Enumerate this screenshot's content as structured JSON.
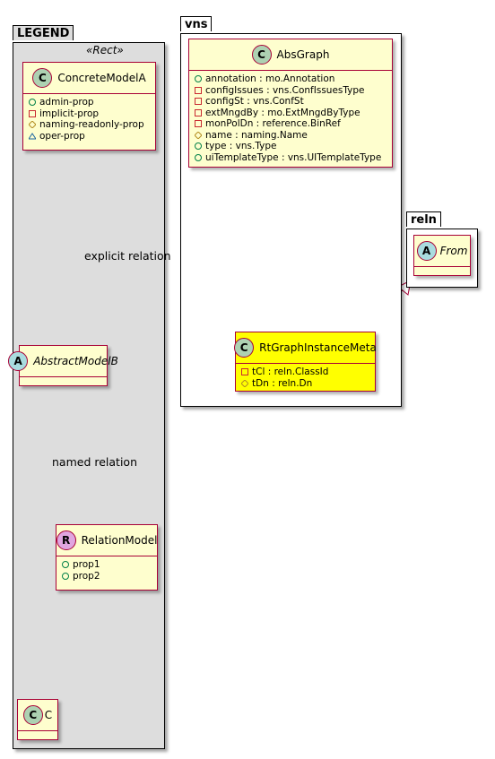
{
  "packages": {
    "legend": {
      "name": "LEGEND",
      "stereotype": "«Rect»"
    },
    "vns": {
      "name": "vns"
    },
    "reln": {
      "name": "reln"
    }
  },
  "legend_classes": {
    "concrete": {
      "badge": "C",
      "name": "ConcreteModelA",
      "attributes": [
        {
          "vis": "public",
          "text": "admin-prop"
        },
        {
          "vis": "private",
          "text": "implicit-prop"
        },
        {
          "vis": "protected",
          "text": "naming-readonly-prop"
        },
        {
          "vis": "package",
          "text": "oper-prop"
        }
      ]
    },
    "abstract": {
      "badge": "A",
      "name": "AbstractModelB"
    },
    "relation": {
      "badge": "R",
      "name": "RelationModel",
      "attributes": [
        {
          "vis": "public",
          "text": "prop1"
        },
        {
          "vis": "public",
          "text": "prop2"
        }
      ]
    },
    "c": {
      "badge": "C",
      "name": "C"
    }
  },
  "vns_classes": {
    "absgraph": {
      "badge": "C",
      "name": "AbsGraph",
      "attributes": [
        {
          "vis": "public",
          "text": "annotation : mo.Annotation"
        },
        {
          "vis": "private",
          "text": "configIssues : vns.ConfIssuesType"
        },
        {
          "vis": "private",
          "text": "configSt : vns.ConfSt"
        },
        {
          "vis": "private",
          "text": "extMngdBy : mo.ExtMngdByType"
        },
        {
          "vis": "private",
          "text": "monPolDn : reference.BinRef"
        },
        {
          "vis": "protected",
          "text": "name : naming.Name"
        },
        {
          "vis": "public",
          "text": "type : vns.Type"
        },
        {
          "vis": "public",
          "text": "uiTemplateType : vns.UITemplateType"
        }
      ]
    },
    "rtgraph": {
      "badge": "C",
      "name": "RtGraphInstanceMeta",
      "attributes": [
        {
          "vis": "private",
          "text": "tCl : reln.ClassId"
        },
        {
          "vis": "protected",
          "text": "tDn : reln.Dn"
        }
      ]
    }
  },
  "reln_classes": {
    "from": {
      "badge": "A",
      "name": "From"
    }
  },
  "edge_labels": {
    "explicit": "explicit relation",
    "named": "named relation"
  },
  "colors": {
    "class_fill": "#fefece",
    "class_border": "#a80036",
    "highlight_fill": "#ffff00",
    "legend_bg": "#dddddd",
    "badge_c": "#add1b2",
    "badge_a": "#a9dcdf",
    "badge_r": "#e0a6e0",
    "vis_public": "#038048",
    "vis_private": "#c82930",
    "vis_protected": "#b38d22",
    "vis_package": "#1963a0"
  }
}
